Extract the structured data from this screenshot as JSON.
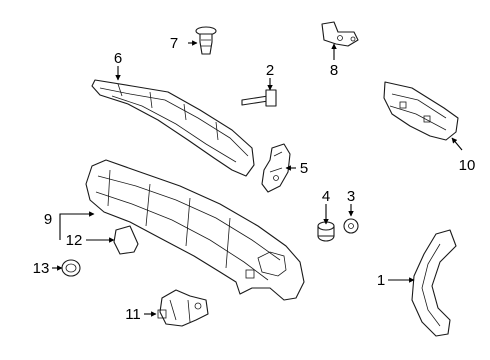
{
  "diagram": {
    "callouts": [
      "1",
      "2",
      "3",
      "4",
      "5",
      "6",
      "7",
      "8",
      "9",
      "10",
      "11",
      "12",
      "13"
    ],
    "colors": {
      "line": "#1a1a1a",
      "background": "#ffffff"
    }
  }
}
